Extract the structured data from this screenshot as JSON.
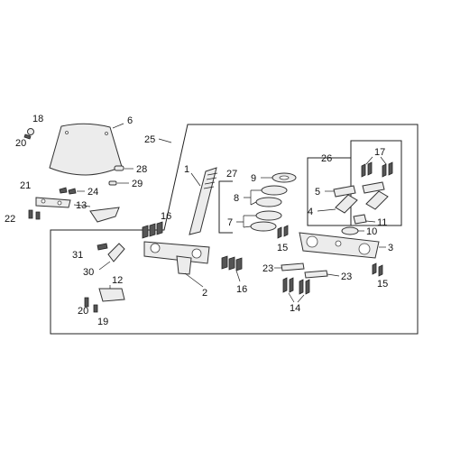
{
  "callouts": {
    "c1": "1",
    "c2": "2",
    "c3": "3",
    "c4": "4",
    "c5": "5",
    "c6": "6",
    "c7": "7",
    "c8": "8",
    "c9": "9",
    "c10": "10",
    "c11": "11",
    "c12": "12",
    "c13": "13",
    "c14": "14",
    "c15a": "15",
    "c15b": "15",
    "c16a": "16",
    "c16b": "16",
    "c17": "17",
    "c18": "18",
    "c19": "19",
    "c20a": "20",
    "c20b": "20",
    "c21": "21",
    "c22": "22",
    "c23a": "23",
    "c23b": "23",
    "c24": "24",
    "c25": "25",
    "c26": "26",
    "c27": "27",
    "c28": "28",
    "c29": "29",
    "c30": "30",
    "c31": "31"
  },
  "colors": {
    "line": "#222222",
    "part_fill": "#ececec",
    "background": "#ffffff"
  }
}
